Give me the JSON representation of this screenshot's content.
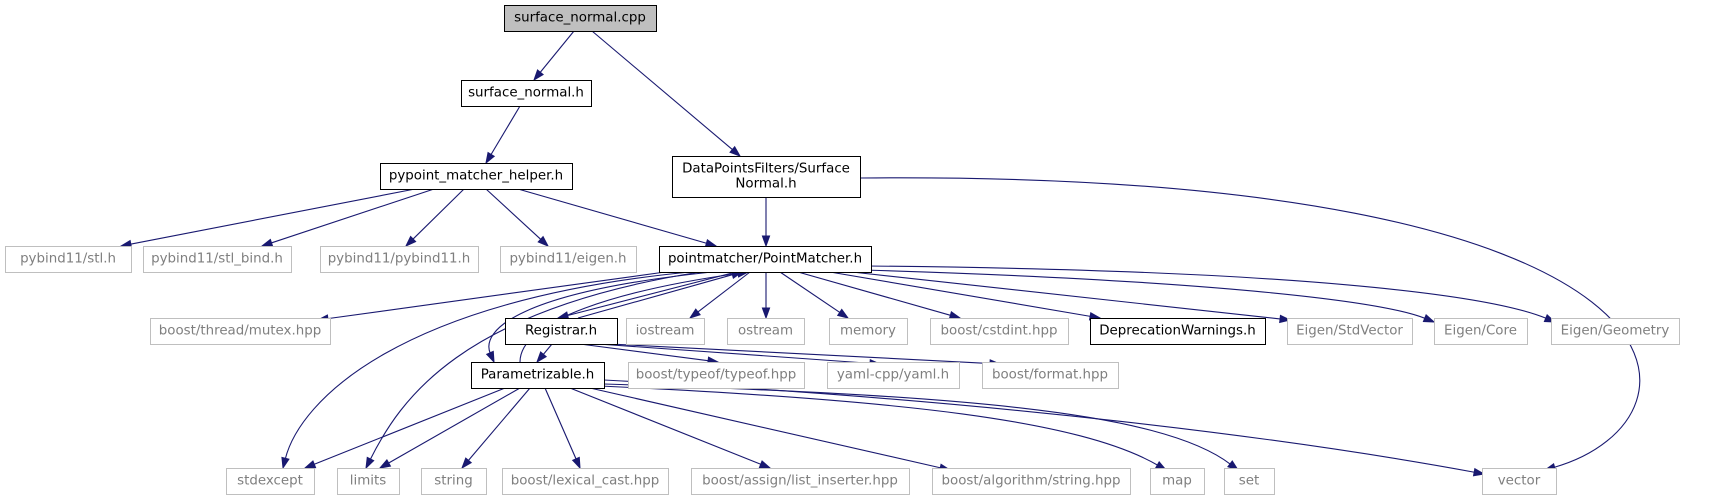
{
  "graph": {
    "nodes": [
      {
        "id": "n0",
        "kind": "root",
        "lines": [
          "surface_normal.cpp"
        ]
      },
      {
        "id": "n1",
        "kind": "internal",
        "lines": [
          "surface_normal.h"
        ]
      },
      {
        "id": "n2",
        "kind": "internal",
        "lines": [
          "DataPointsFilters/Surface",
          "Normal.h"
        ]
      },
      {
        "id": "n3",
        "kind": "internal",
        "lines": [
          "pypoint_matcher_helper.h"
        ]
      },
      {
        "id": "n4",
        "kind": "internal",
        "lines": [
          "pointmatcher/PointMatcher.h"
        ]
      },
      {
        "id": "n5",
        "kind": "external",
        "lines": [
          "pybind11/stl.h"
        ]
      },
      {
        "id": "n6",
        "kind": "external",
        "lines": [
          "pybind11/stl_bind.h"
        ]
      },
      {
        "id": "n7",
        "kind": "external",
        "lines": [
          "pybind11/pybind11.h"
        ]
      },
      {
        "id": "n8",
        "kind": "external",
        "lines": [
          "pybind11/eigen.h"
        ]
      },
      {
        "id": "n9",
        "kind": "external",
        "lines": [
          "boost/thread/mutex.hpp"
        ]
      },
      {
        "id": "n10",
        "kind": "internal",
        "lines": [
          "Registrar.h"
        ]
      },
      {
        "id": "n11",
        "kind": "external",
        "lines": [
          "iostream"
        ]
      },
      {
        "id": "n12",
        "kind": "external",
        "lines": [
          "ostream"
        ]
      },
      {
        "id": "n13",
        "kind": "external",
        "lines": [
          "memory"
        ]
      },
      {
        "id": "n14",
        "kind": "external",
        "lines": [
          "boost/cstdint.hpp"
        ]
      },
      {
        "id": "n15",
        "kind": "internal",
        "lines": [
          "DeprecationWarnings.h"
        ]
      },
      {
        "id": "n16",
        "kind": "external",
        "lines": [
          "Eigen/StdVector"
        ]
      },
      {
        "id": "n17",
        "kind": "external",
        "lines": [
          "Eigen/Core"
        ]
      },
      {
        "id": "n18",
        "kind": "external",
        "lines": [
          "Eigen/Geometry"
        ]
      },
      {
        "id": "n19",
        "kind": "internal",
        "lines": [
          "Parametrizable.h"
        ]
      },
      {
        "id": "n20",
        "kind": "external",
        "lines": [
          "boost/typeof/typeof.hpp"
        ]
      },
      {
        "id": "n21",
        "kind": "external",
        "lines": [
          "yaml-cpp/yaml.h"
        ]
      },
      {
        "id": "n22",
        "kind": "external",
        "lines": [
          "boost/format.hpp"
        ]
      },
      {
        "id": "n23",
        "kind": "external",
        "lines": [
          "stdexcept"
        ]
      },
      {
        "id": "n24",
        "kind": "external",
        "lines": [
          "limits"
        ]
      },
      {
        "id": "n25",
        "kind": "external",
        "lines": [
          "string"
        ]
      },
      {
        "id": "n26",
        "kind": "external",
        "lines": [
          "boost/lexical_cast.hpp"
        ]
      },
      {
        "id": "n27",
        "kind": "external",
        "lines": [
          "boost/assign/list_inserter.hpp"
        ]
      },
      {
        "id": "n28",
        "kind": "external",
        "lines": [
          "boost/algorithm/string.hpp"
        ]
      },
      {
        "id": "n29",
        "kind": "external",
        "lines": [
          "map"
        ]
      },
      {
        "id": "n30",
        "kind": "external",
        "lines": [
          "set"
        ]
      },
      {
        "id": "n31",
        "kind": "external",
        "lines": [
          "vector"
        ]
      }
    ],
    "edges": [
      {
        "from": "n0",
        "to": "n1"
      },
      {
        "from": "n0",
        "to": "n2"
      },
      {
        "from": "n1",
        "to": "n3"
      },
      {
        "from": "n3",
        "to": "n4"
      },
      {
        "from": "n3",
        "to": "n5"
      },
      {
        "from": "n3",
        "to": "n6"
      },
      {
        "from": "n3",
        "to": "n7"
      },
      {
        "from": "n3",
        "to": "n8"
      },
      {
        "from": "n2",
        "to": "n4"
      },
      {
        "from": "n2",
        "to": "n31"
      },
      {
        "from": "n4",
        "to": "n9"
      },
      {
        "from": "n4",
        "to": "n10"
      },
      {
        "from": "n10",
        "to": "n4"
      },
      {
        "from": "n4",
        "to": "n11"
      },
      {
        "from": "n4",
        "to": "n12"
      },
      {
        "from": "n4",
        "to": "n13"
      },
      {
        "from": "n4",
        "to": "n14"
      },
      {
        "from": "n4",
        "to": "n15"
      },
      {
        "from": "n4",
        "to": "n16"
      },
      {
        "from": "n4",
        "to": "n17"
      },
      {
        "from": "n4",
        "to": "n18"
      },
      {
        "from": "n4",
        "to": "n19"
      },
      {
        "from": "n19",
        "to": "n4"
      },
      {
        "from": "n4",
        "to": "n23"
      },
      {
        "from": "n4",
        "to": "n24"
      },
      {
        "from": "n10",
        "to": "n19"
      },
      {
        "from": "n10",
        "to": "n20"
      },
      {
        "from": "n10",
        "to": "n21"
      },
      {
        "from": "n10",
        "to": "n22"
      },
      {
        "from": "n19",
        "to": "n23"
      },
      {
        "from": "n19",
        "to": "n24"
      },
      {
        "from": "n19",
        "to": "n25"
      },
      {
        "from": "n19",
        "to": "n26"
      },
      {
        "from": "n19",
        "to": "n27"
      },
      {
        "from": "n19",
        "to": "n28"
      },
      {
        "from": "n19",
        "to": "n29"
      },
      {
        "from": "n19",
        "to": "n30"
      },
      {
        "from": "n19",
        "to": "n31"
      }
    ]
  }
}
